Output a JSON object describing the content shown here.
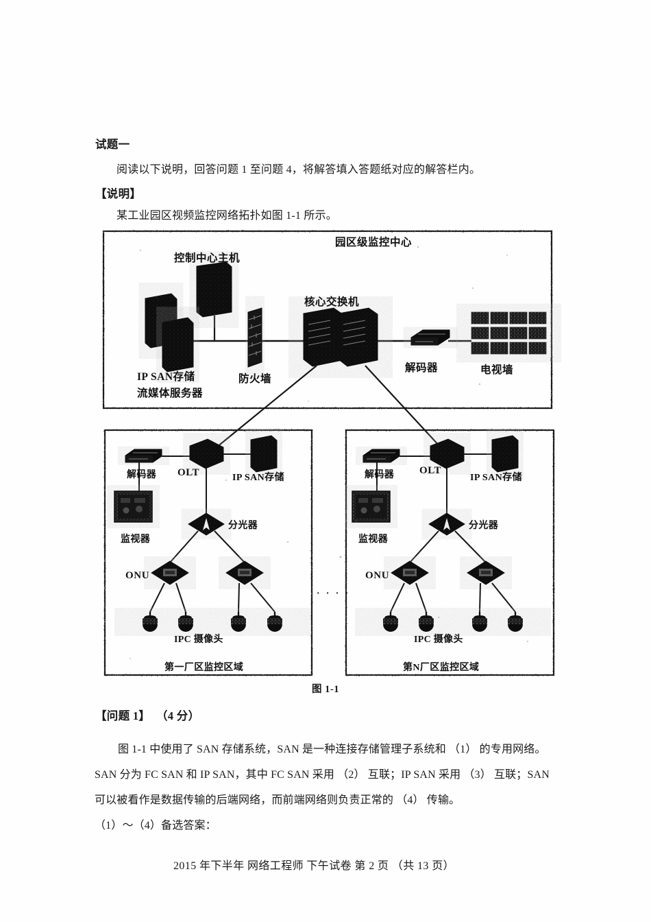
{
  "document": {
    "section_title": "试题一",
    "intro": "阅读以下说明，回答问题 1 至问题 4，将解答填入答题纸对应的解答栏内。",
    "note_heading": "【说明】",
    "note_text": "某工业园区视频监控网络拓扑如图 1-1 所示。",
    "figure_caption": "图 1-1",
    "question_heading": "【问题 1】",
    "question_points": "（4 分）",
    "question_lines": [
      "图 1-1 中使用了 SAN 存储系统，SAN 是一种连接存储管理子系统和  （1）  的专用网络。",
      "SAN 分为 FC  SAN 和 IP  SAN，其中 FC  SAN 采用  （2）   互联；IP  SAN 采用  （3）   互联；SAN",
      "可以被看作是数据传输的后端网络，而前端网络则负责正常的  （4）  传输。",
      "（1）～（4）备选答案："
    ],
    "footer": "2015 年下半年  网络工程师  下午试卷  第 2 页  （共 13 页）"
  },
  "figure": {
    "campus_center": {
      "title": "园区级监控中心",
      "nodes": [
        {
          "id": "host",
          "label": "控制中心主机",
          "type": "tower"
        },
        {
          "id": "ipsan",
          "label": "IP  SAN存储",
          "type": "tower-pair"
        },
        {
          "id": "ipsan2",
          "label": "流媒体服务器",
          "type": "tower-pair"
        },
        {
          "id": "firewall",
          "label": "防火墙",
          "type": "brick-wall"
        },
        {
          "id": "coresw",
          "label": "核心交换机",
          "type": "switch-pair"
        },
        {
          "id": "decoder",
          "label": "解码器",
          "type": "rack-box"
        },
        {
          "id": "tvwall",
          "label": "电视墙",
          "type": "screen-grid"
        }
      ]
    },
    "plant_areas": [
      {
        "id": "plant-first",
        "title": "第一厂区监控区域",
        "nodes": [
          {
            "id": "decoder",
            "label": "解码器",
            "type": "rack-box"
          },
          {
            "id": "olt",
            "label": "OLT",
            "type": "diamond-solid"
          },
          {
            "id": "ipsan",
            "label": "IP  SAN存储",
            "type": "tower"
          },
          {
            "id": "monitor",
            "label": "监视器",
            "type": "screen"
          },
          {
            "id": "splitter",
            "label": "分光器",
            "type": "diamond-splitter"
          },
          {
            "id": "onu",
            "label": "ONU",
            "type": "diamond-onu"
          },
          {
            "id": "ipc",
            "label": "IPC 摄像头",
            "type": "dome-camera"
          }
        ]
      },
      {
        "id": "plant-nth",
        "title": "第N厂区监控区域",
        "nodes": [
          {
            "id": "decoder",
            "label": "解码器",
            "type": "rack-box"
          },
          {
            "id": "olt",
            "label": "OLT",
            "type": "diamond-solid"
          },
          {
            "id": "ipsan",
            "label": "IP  SAN存储",
            "type": "tower"
          },
          {
            "id": "monitor",
            "label": "监视器",
            "type": "screen"
          },
          {
            "id": "splitter",
            "label": "分光器",
            "type": "diamond-splitter"
          },
          {
            "id": "onu",
            "label": "ONU",
            "type": "diamond-onu"
          },
          {
            "id": "ipc",
            "label": "IPC 摄像头",
            "type": "dome-camera"
          }
        ]
      }
    ],
    "ellipsis": "· · · ·",
    "colors": {
      "ink": "#111111",
      "device_fill": "#0d0d0d",
      "line": "#1a1a1a",
      "paper": "#fefefe"
    }
  }
}
